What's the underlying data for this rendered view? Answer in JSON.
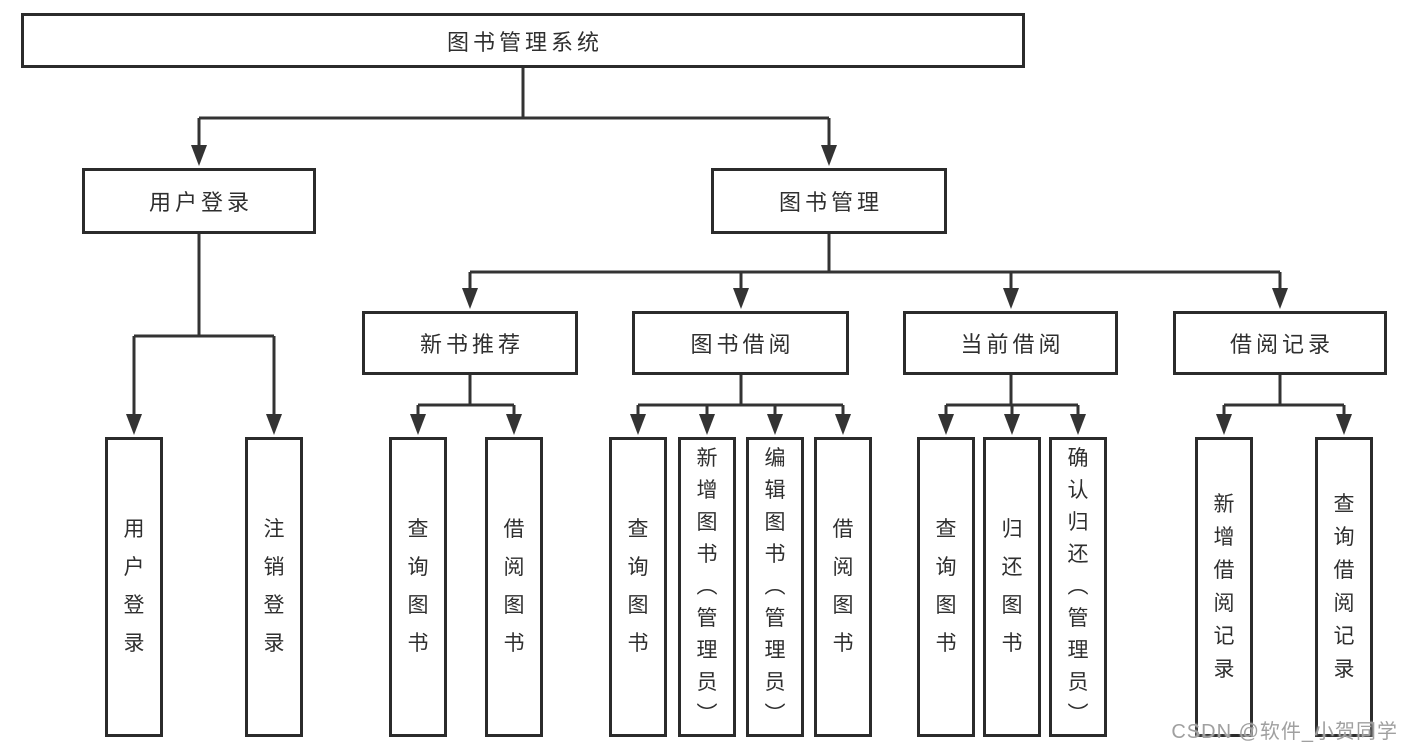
{
  "tree": {
    "root": "图书管理系统",
    "level2": [
      "用户登录",
      "图书管理"
    ],
    "level3": [
      "新书推荐",
      "图书借阅",
      "当前借阅",
      "借阅记录"
    ],
    "leaves_user_login": [
      "用户登录",
      "注销登录"
    ],
    "leaves_new_book": [
      "查询图书",
      "借阅图书"
    ],
    "leaves_book_borrow": [
      "查询图书",
      "新增图书（管理员）",
      "编辑图书（管理员）",
      "借阅图书"
    ],
    "leaves_current_borrow": [
      "查询图书",
      "归还图书",
      "确认归还（管理员）"
    ],
    "leaves_borrow_record": [
      "新增借阅记录",
      "查询借阅记录"
    ]
  },
  "watermark": "CSDN @软件_小贺同学",
  "colors": {
    "line": "#333333",
    "box_border": "#2b2b2b",
    "text": "#2f2f2f",
    "watermark_text": "#a0a0a0",
    "background": "#ffffff"
  }
}
